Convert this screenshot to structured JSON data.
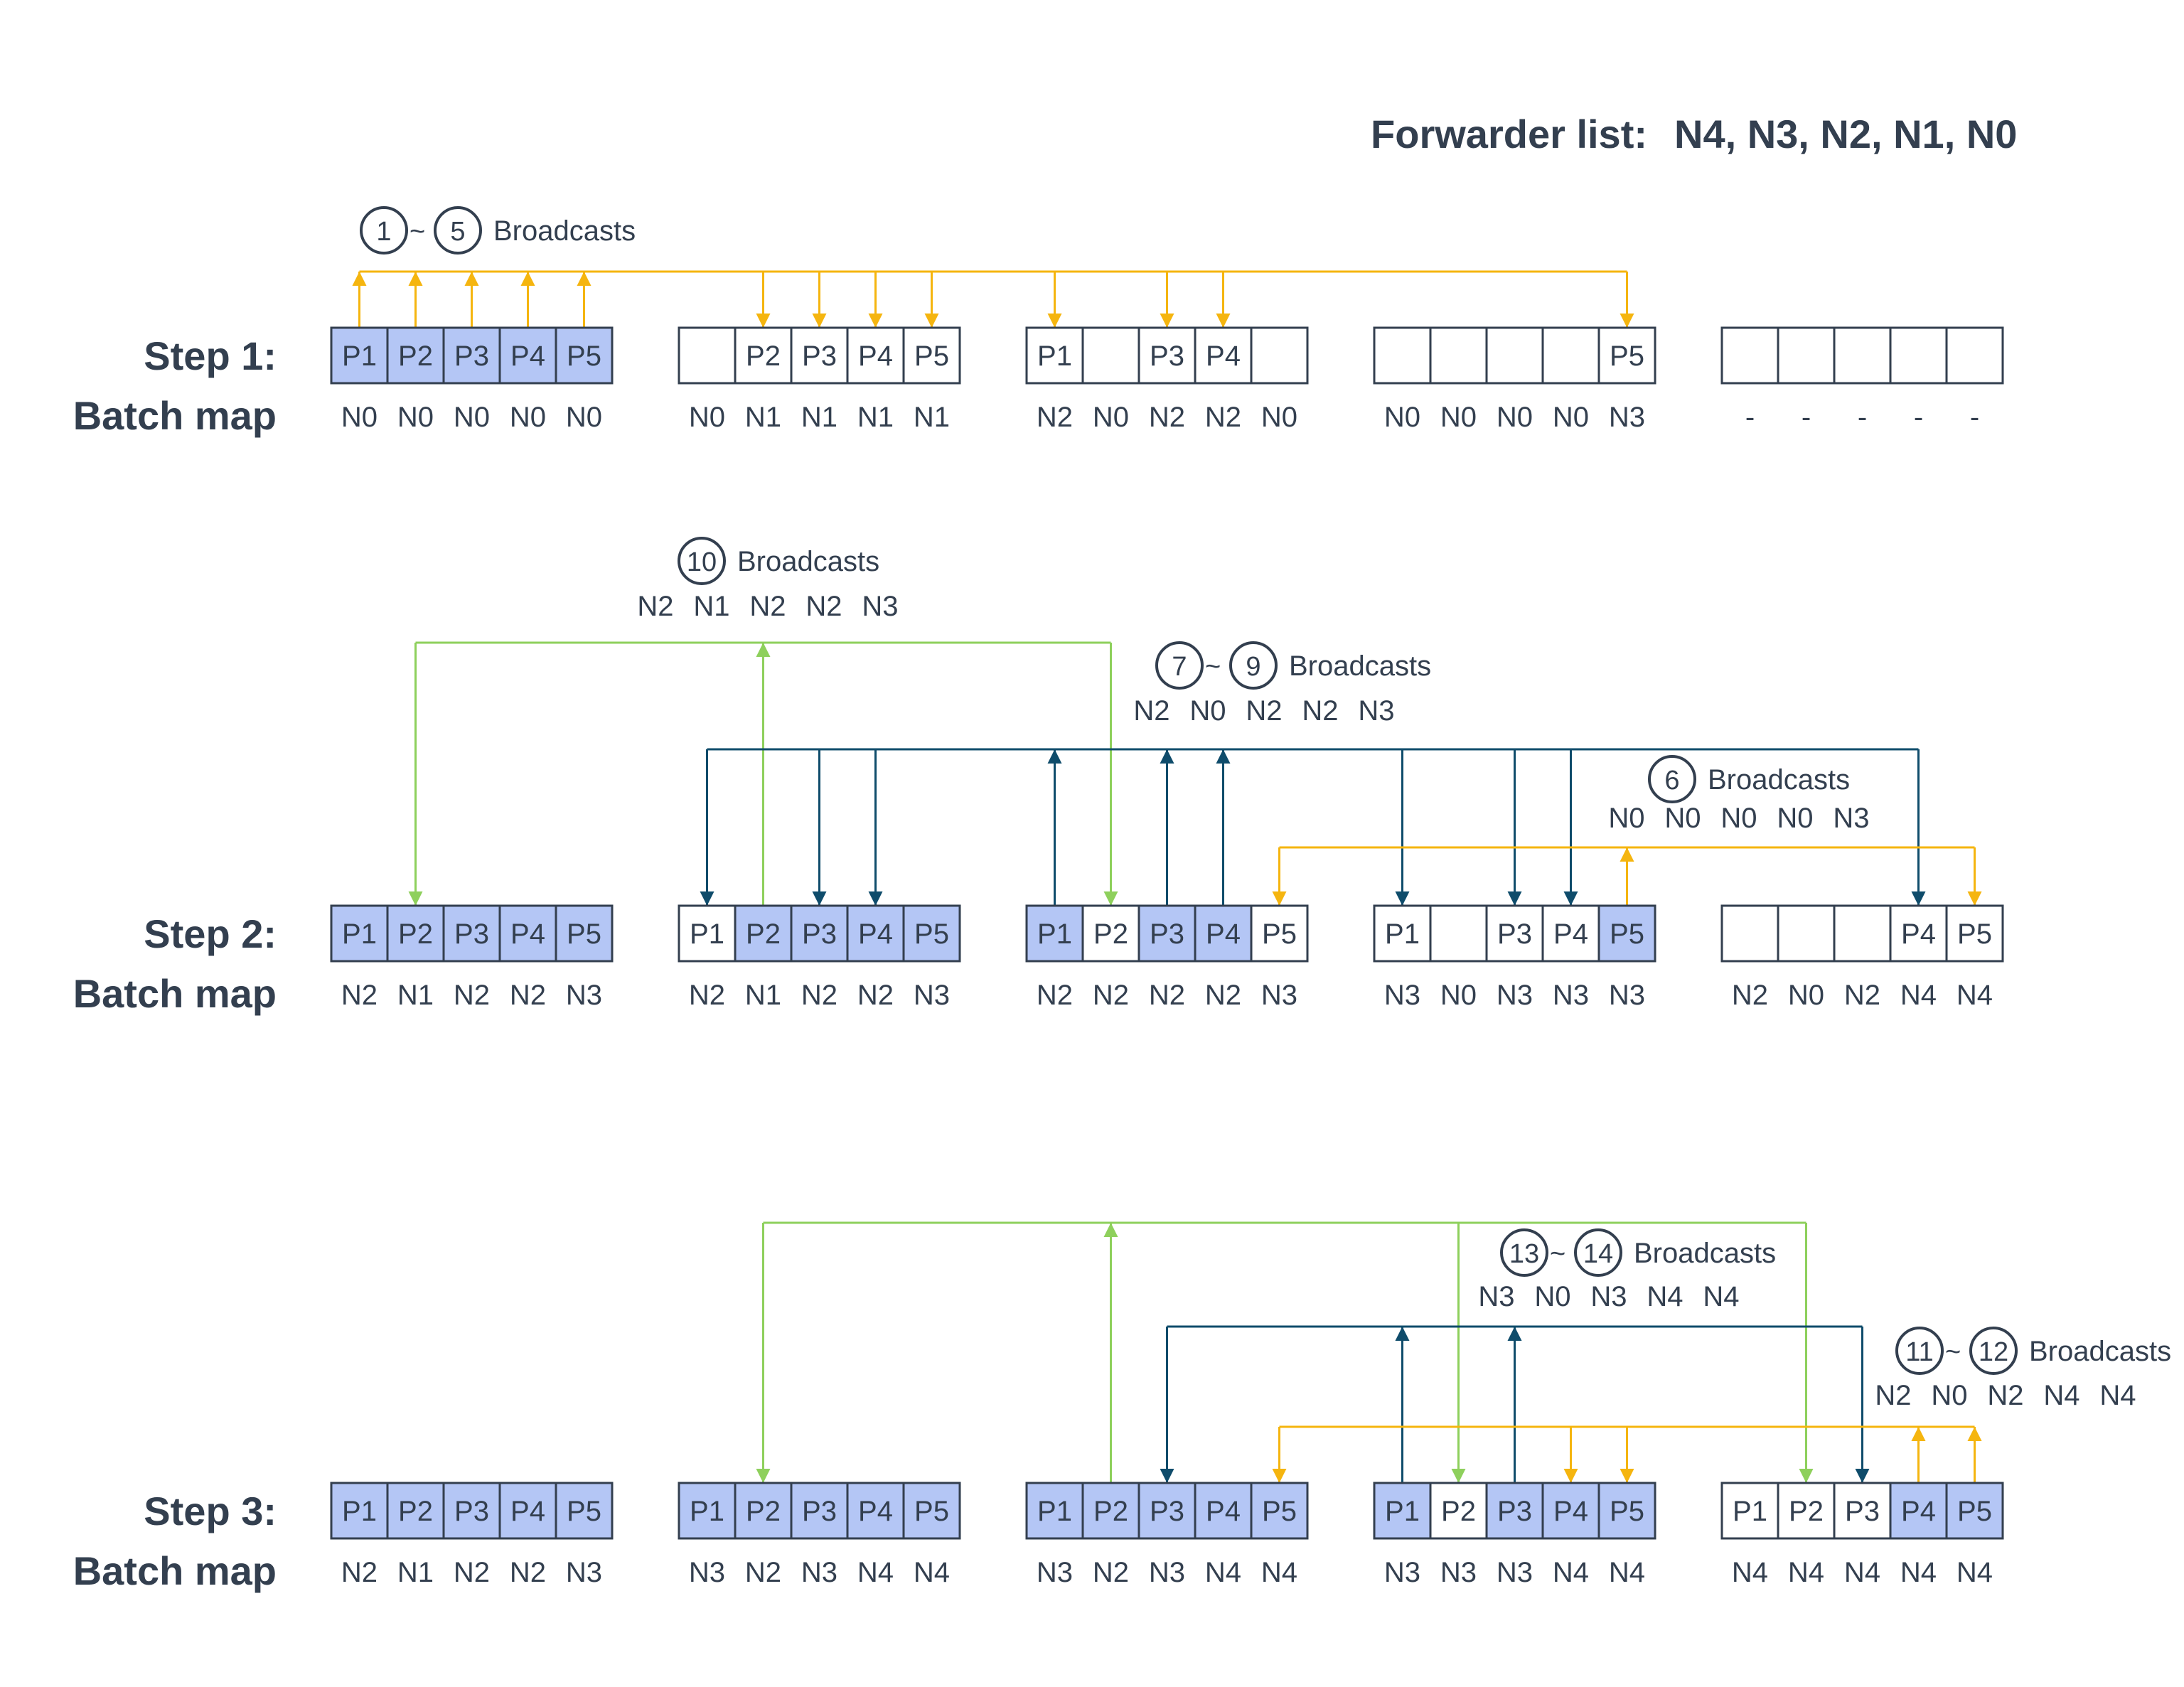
{
  "forwarder_list": {
    "label": "Forwarder list:",
    "value": "N4, N3, N2, N1, N0"
  },
  "colors": {
    "text": "#333f4f",
    "filled": "#b4c6f5",
    "empty": "#ffffff",
    "border": "#333f4f",
    "yellow": "#f5b50f",
    "green": "#8ed05c",
    "blue": "#0f4c6b"
  },
  "icons": {
    "step_marker": "circled-number-icon"
  },
  "steps": [
    {
      "title": "Step 1:",
      "subtitle": "Batch map",
      "nodes": [
        {
          "cells": [
            {
              "label": "P1",
              "filled": true
            },
            {
              "label": "P2",
              "filled": true
            },
            {
              "label": "P3",
              "filled": true
            },
            {
              "label": "P4",
              "filled": true
            },
            {
              "label": "P5",
              "filled": true
            }
          ],
          "map": [
            "N0",
            "N0",
            "N0",
            "N0",
            "N0"
          ]
        },
        {
          "cells": [
            {
              "label": "",
              "filled": false
            },
            {
              "label": "P2",
              "filled": false
            },
            {
              "label": "P3",
              "filled": false
            },
            {
              "label": "P4",
              "filled": false
            },
            {
              "label": "P5",
              "filled": false
            }
          ],
          "map": [
            "N0",
            "N1",
            "N1",
            "N1",
            "N1"
          ]
        },
        {
          "cells": [
            {
              "label": "P1",
              "filled": false
            },
            {
              "label": "",
              "filled": false
            },
            {
              "label": "P3",
              "filled": false
            },
            {
              "label": "P4",
              "filled": false
            },
            {
              "label": "",
              "filled": false
            }
          ],
          "map": [
            "N2",
            "N0",
            "N2",
            "N2",
            "N0"
          ]
        },
        {
          "cells": [
            {
              "label": "",
              "filled": false
            },
            {
              "label": "",
              "filled": false
            },
            {
              "label": "",
              "filled": false
            },
            {
              "label": "",
              "filled": false
            },
            {
              "label": "P5",
              "filled": false
            }
          ],
          "map": [
            "N0",
            "N0",
            "N0",
            "N0",
            "N3"
          ]
        },
        {
          "cells": [
            {
              "label": "",
              "filled": false
            },
            {
              "label": "",
              "filled": false
            },
            {
              "label": "",
              "filled": false
            },
            {
              "label": "",
              "filled": false
            },
            {
              "label": "",
              "filled": false
            }
          ],
          "map": [
            "-",
            "-",
            "-",
            "-",
            "-"
          ]
        }
      ],
      "broadcasts": [
        {
          "marks": [
            "1",
            "5"
          ],
          "label": "Broadcasts",
          "map": [],
          "color": "yellow",
          "sources": [
            [
              0,
              0
            ],
            [
              0,
              1
            ],
            [
              0,
              2
            ],
            [
              0,
              3
            ],
            [
              0,
              4
            ]
          ],
          "targets": [
            [
              1,
              1
            ],
            [
              1,
              2
            ],
            [
              1,
              3
            ],
            [
              1,
              4
            ],
            [
              2,
              0
            ],
            [
              2,
              2
            ],
            [
              2,
              3
            ],
            [
              3,
              4
            ]
          ]
        }
      ]
    },
    {
      "title": "Step 2:",
      "subtitle": "Batch map",
      "nodes": [
        {
          "cells": [
            {
              "label": "P1",
              "filled": true
            },
            {
              "label": "P2",
              "filled": true
            },
            {
              "label": "P3",
              "filled": true
            },
            {
              "label": "P4",
              "filled": true
            },
            {
              "label": "P5",
              "filled": true
            }
          ],
          "map": [
            "N2",
            "N1",
            "N2",
            "N2",
            "N3"
          ]
        },
        {
          "cells": [
            {
              "label": "P1",
              "filled": false
            },
            {
              "label": "P2",
              "filled": true
            },
            {
              "label": "P3",
              "filled": true
            },
            {
              "label": "P4",
              "filled": true
            },
            {
              "label": "P5",
              "filled": true
            }
          ],
          "map": [
            "N2",
            "N1",
            "N2",
            "N2",
            "N3"
          ]
        },
        {
          "cells": [
            {
              "label": "P1",
              "filled": true
            },
            {
              "label": "P2",
              "filled": false
            },
            {
              "label": "P3",
              "filled": true
            },
            {
              "label": "P4",
              "filled": true
            },
            {
              "label": "P5",
              "filled": false
            }
          ],
          "map": [
            "N2",
            "N2",
            "N2",
            "N2",
            "N3"
          ]
        },
        {
          "cells": [
            {
              "label": "P1",
              "filled": false
            },
            {
              "label": "",
              "filled": false
            },
            {
              "label": "P3",
              "filled": false
            },
            {
              "label": "P4",
              "filled": false
            },
            {
              "label": "P5",
              "filled": true
            }
          ],
          "map": [
            "N3",
            "N0",
            "N3",
            "N3",
            "N3"
          ]
        },
        {
          "cells": [
            {
              "label": "",
              "filled": false
            },
            {
              "label": "",
              "filled": false
            },
            {
              "label": "",
              "filled": false
            },
            {
              "label": "P4",
              "filled": false
            },
            {
              "label": "P5",
              "filled": false
            }
          ],
          "map": [
            "N2",
            "N0",
            "N2",
            "N4",
            "N4"
          ]
        }
      ],
      "broadcasts": [
        {
          "marks": [
            "10"
          ],
          "label": "Broadcasts",
          "map": [
            "N2",
            "N1",
            "N2",
            "N2",
            "N3"
          ],
          "color": "green",
          "sources": [
            [
              1,
              1
            ]
          ],
          "targets": [
            [
              0,
              1
            ],
            [
              2,
              1
            ]
          ]
        },
        {
          "marks": [
            "7",
            "9"
          ],
          "label": "Broadcasts",
          "map": [
            "N2",
            "N0",
            "N2",
            "N2",
            "N3"
          ],
          "color": "blue",
          "sources": [
            [
              2,
              0
            ],
            [
              2,
              2
            ],
            [
              2,
              3
            ]
          ],
          "targets": [
            [
              1,
              0
            ],
            [
              1,
              2
            ],
            [
              1,
              3
            ],
            [
              3,
              0
            ],
            [
              3,
              2
            ],
            [
              3,
              3
            ],
            [
              4,
              3
            ]
          ]
        },
        {
          "marks": [
            "6"
          ],
          "label": "Broadcasts",
          "map": [
            "N0",
            "N0",
            "N0",
            "N0",
            "N3"
          ],
          "color": "yellow",
          "sources": [
            [
              3,
              4
            ]
          ],
          "targets": [
            [
              2,
              4
            ],
            [
              4,
              4
            ]
          ]
        }
      ]
    },
    {
      "title": "Step 3:",
      "subtitle": "Batch map",
      "nodes": [
        {
          "cells": [
            {
              "label": "P1",
              "filled": true
            },
            {
              "label": "P2",
              "filled": true
            },
            {
              "label": "P3",
              "filled": true
            },
            {
              "label": "P4",
              "filled": true
            },
            {
              "label": "P5",
              "filled": true
            }
          ],
          "map": [
            "N2",
            "N1",
            "N2",
            "N2",
            "N3"
          ]
        },
        {
          "cells": [
            {
              "label": "P1",
              "filled": true
            },
            {
              "label": "P2",
              "filled": true
            },
            {
              "label": "P3",
              "filled": true
            },
            {
              "label": "P4",
              "filled": true
            },
            {
              "label": "P5",
              "filled": true
            }
          ],
          "map": [
            "N3",
            "N2",
            "N3",
            "N4",
            "N4"
          ]
        },
        {
          "cells": [
            {
              "label": "P1",
              "filled": true
            },
            {
              "label": "P2",
              "filled": true
            },
            {
              "label": "P3",
              "filled": true
            },
            {
              "label": "P4",
              "filled": true
            },
            {
              "label": "P5",
              "filled": true
            }
          ],
          "map": [
            "N3",
            "N2",
            "N3",
            "N4",
            "N4"
          ]
        },
        {
          "cells": [
            {
              "label": "P1",
              "filled": true
            },
            {
              "label": "P2",
              "filled": false
            },
            {
              "label": "P3",
              "filled": true
            },
            {
              "label": "P4",
              "filled": true
            },
            {
              "label": "P5",
              "filled": true
            }
          ],
          "map": [
            "N3",
            "N3",
            "N3",
            "N4",
            "N4"
          ]
        },
        {
          "cells": [
            {
              "label": "P1",
              "filled": false
            },
            {
              "label": "P2",
              "filled": false
            },
            {
              "label": "P3",
              "filled": false
            },
            {
              "label": "P4",
              "filled": true
            },
            {
              "label": "P5",
              "filled": true
            }
          ],
          "map": [
            "N4",
            "N4",
            "N4",
            "N4",
            "N4"
          ]
        }
      ],
      "broadcasts": [
        {
          "marks": [],
          "label": "",
          "map": [],
          "color": "green",
          "sources": [
            [
              2,
              1
            ]
          ],
          "targets": [
            [
              1,
              1
            ],
            [
              3,
              1
            ],
            [
              4,
              1
            ]
          ]
        },
        {
          "marks": [
            "13",
            "14"
          ],
          "label": "Broadcasts",
          "map": [
            "N3",
            "N0",
            "N3",
            "N4",
            "N4"
          ],
          "color": "blue",
          "sources": [
            [
              3,
              0
            ],
            [
              3,
              2
            ]
          ],
          "targets": [
            [
              2,
              2
            ],
            [
              4,
              2
            ]
          ]
        },
        {
          "marks": [
            "11",
            "12"
          ],
          "label": "Broadcasts",
          "map": [
            "N2",
            "N0",
            "N2",
            "N4",
            "N4"
          ],
          "color": "yellow",
          "sources": [
            [
              4,
              3
            ],
            [
              4,
              4
            ]
          ],
          "targets": [
            [
              2,
              4
            ],
            [
              3,
              3
            ],
            [
              3,
              4
            ]
          ]
        }
      ]
    }
  ]
}
